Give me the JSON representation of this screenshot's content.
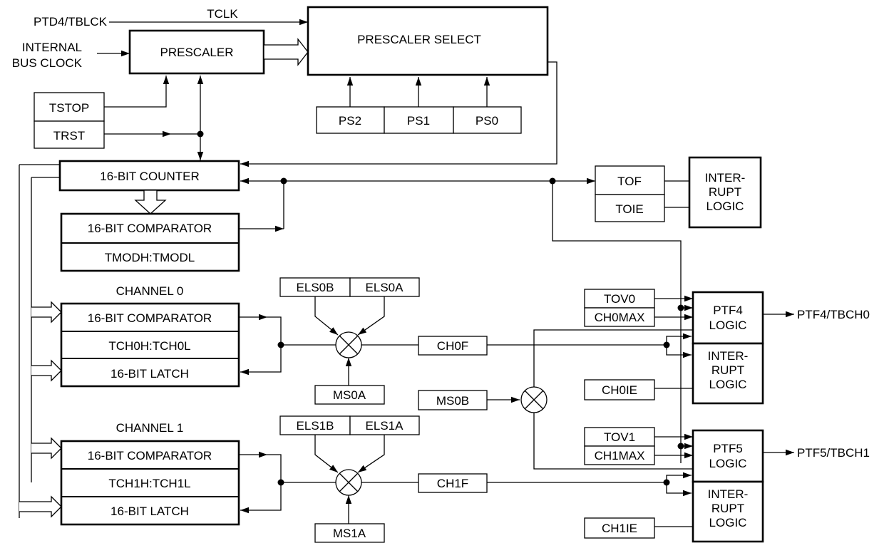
{
  "signals": {
    "ptd4": "PTD4/TBLCK",
    "tclk": "TCLK",
    "internal_bus_clock": [
      "INTERNAL",
      "BUS CLOCK"
    ],
    "ptf4_out": "PTF4/TBCH0",
    "ptf5_out": "PTF5/TBCH1"
  },
  "blocks": {
    "prescaler": "PRESCALER",
    "prescaler_select": "PRESCALER SELECT",
    "tstop": "TSTOP",
    "trst": "TRST",
    "ps2": "PS2",
    "ps1": "PS1",
    "ps0": "PS0",
    "counter": "16-BIT COUNTER",
    "comparator": "16-BIT COMPARATOR",
    "tmod": "TMODH:TMODL",
    "tof": "TOF",
    "toie": "TOIE",
    "interrupt_logic": [
      "INTER-",
      "RUPT",
      "LOGIC"
    ]
  },
  "channel0": {
    "title": "CHANNEL 0",
    "comparator": "16-BIT COMPARATOR",
    "register": "TCH0H:TCH0L",
    "latch": "16-BIT LATCH",
    "elsb": "ELS0B",
    "elsa": "ELS0A",
    "msa": "MS0A",
    "msb": "MS0B",
    "flag": "CH0F",
    "tov": "TOV0",
    "chmax": "CH0MAX",
    "ie": "CH0IE",
    "logic": [
      "PTF4",
      "LOGIC"
    ],
    "interrupt": [
      "INTER-",
      "RUPT",
      "LOGIC"
    ]
  },
  "channel1": {
    "title": "CHANNEL 1",
    "comparator": "16-BIT COMPARATOR",
    "register": "TCH1H:TCH1L",
    "latch": "16-BIT LATCH",
    "elsb": "ELS1B",
    "elsa": "ELS1A",
    "msa": "MS1A",
    "flag": "CH1F",
    "tov": "TOV1",
    "chmax": "CH1MAX",
    "ie": "CH1IE",
    "logic": [
      "PTF5",
      "LOGIC"
    ],
    "interrupt": [
      "INTER-",
      "RUPT",
      "LOGIC"
    ]
  }
}
